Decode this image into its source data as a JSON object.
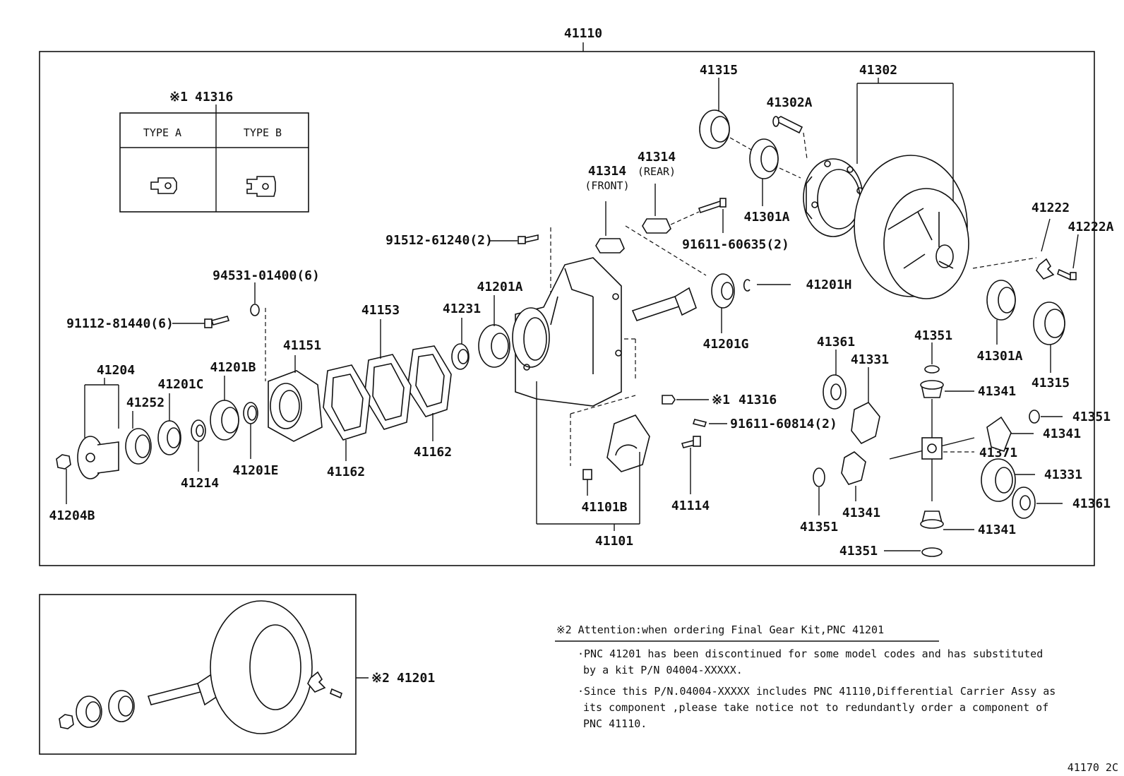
{
  "assembly_label": "41110",
  "clip_section": {
    "label_prefix": "※1",
    "label": "41316",
    "type_a": "TYPE A",
    "type_b": "TYPE B"
  },
  "callouts": {
    "c41315_top": "41315",
    "c41302": "41302",
    "c41302A": "41302A",
    "c41301A_top": "41301A",
    "c41314_rear": "41314",
    "rear": "(REAR)",
    "c41314_front": "41314",
    "front": "(FRONT)",
    "c91611_60635": "91611-60635(2)",
    "c91512_61240": "91512-61240(2)",
    "c41222": "41222",
    "c41222A": "41222A",
    "c94531_01400": "94531-01400(6)",
    "c91112_81440": "91112-81440(6)",
    "c41153": "41153",
    "c41231": "41231",
    "c41201A": "41201A",
    "c41201H": "41201H",
    "c41201G": "41201G",
    "c41301A_right": "41301A",
    "c41315_right": "41315",
    "c41151": "41151",
    "c41204": "41204",
    "c41201B": "41201B",
    "c41201C": "41201C",
    "c41252": "41252",
    "c41214": "41214",
    "c41201E": "41201E",
    "c41162_left": "41162",
    "c41162_right": "41162",
    "c41204B": "41204B",
    "c41361_top": "41361",
    "c41331_top": "41331",
    "c41351_top": "41351",
    "c41341_top": "41341",
    "c41316_mid_prefix": "※1",
    "c41316_mid": "41316",
    "c91611_60814": "91611-60814(2)",
    "c41351_right": "41351",
    "c41341_right": "41341",
    "c41371": "41371",
    "c41331_right": "41331",
    "c41361_right": "41361",
    "c41101B": "41101B",
    "c41114": "41114",
    "c41101": "41101",
    "c41341_left": "41341",
    "c41351_left": "41351",
    "c41341_bottom": "41341",
    "c41351_bottom": "41351"
  },
  "kit_section": {
    "label_prefix": "※2",
    "label": "41201"
  },
  "attention": {
    "heading": "※2 Attention:when ordering Final Gear Kit,PNC 41201",
    "bullet1_line1": "·PNC 41201 has been discontinued for some model codes and has substituted",
    "bullet1_line2": "by a kit P/N 04004-XXXXX.",
    "bullet2_line1": "·Since this P/N.04004-XXXXX includes PNC 41110,Differential Carrier Assy as",
    "bullet2_line2": "its component ,please take notice not to redundantly order a component of",
    "bullet2_line3": "PNC 41110."
  },
  "figure_code": "41170 2C"
}
